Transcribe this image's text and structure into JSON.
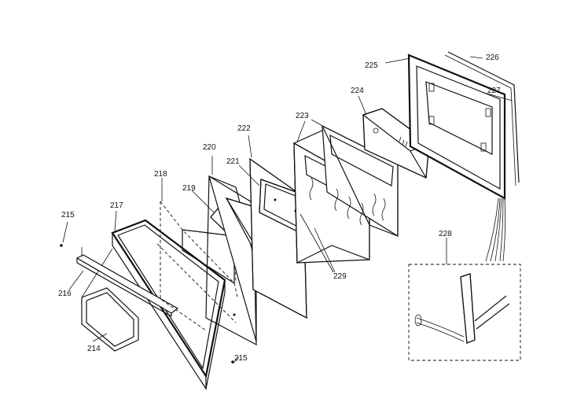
{
  "labels": [
    {
      "id": "214",
      "text": "214"
    },
    {
      "id": "215a",
      "text": "215"
    },
    {
      "id": "215b",
      "text": "215"
    },
    {
      "id": "216",
      "text": "216"
    },
    {
      "id": "217",
      "text": "217"
    },
    {
      "id": "218",
      "text": "218"
    },
    {
      "id": "219",
      "text": "219"
    },
    {
      "id": "220",
      "text": "220"
    },
    {
      "id": "221",
      "text": "221"
    },
    {
      "id": "222",
      "text": "222"
    },
    {
      "id": "223",
      "text": "223"
    },
    {
      "id": "224",
      "text": "224"
    },
    {
      "id": "225",
      "text": "225"
    },
    {
      "id": "226",
      "text": "226"
    },
    {
      "id": "227",
      "text": "227"
    },
    {
      "id": "228",
      "text": "228"
    },
    {
      "id": "229",
      "text": "229"
    }
  ]
}
